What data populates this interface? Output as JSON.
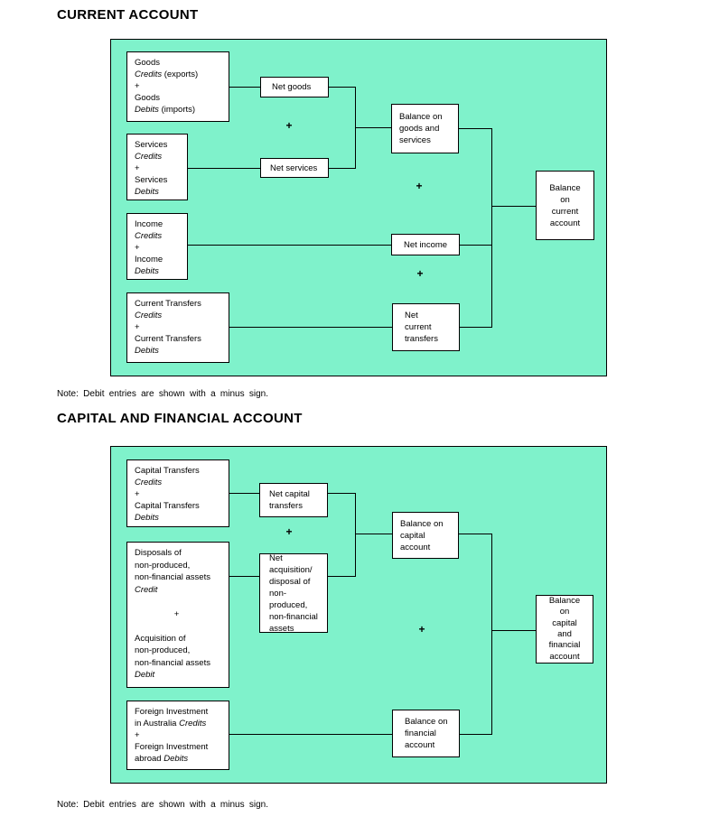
{
  "colors": {
    "panel_bg": "#7ff2cb",
    "line": "#000000",
    "box_bg": "#ffffff",
    "page_bg": "#ffffff"
  },
  "sections": [
    {
      "title": "CURRENT ACCOUNT",
      "note": "Note: Debit entries are shown with a minus sign.",
      "plus": "+",
      "boxes": {
        "goods": {
          "lines": [
            {
              "s": [
                {
                  "t": "Goods"
                }
              ]
            },
            {
              "s": [
                {
                  "t": "Credits",
                  "i": 1
                },
                {
                  "t": " (exports)"
                }
              ]
            },
            {
              "s": [
                {
                  "t": "+"
                }
              ]
            },
            {
              "s": [
                {
                  "t": "Goods"
                }
              ]
            },
            {
              "s": [
                {
                  "t": "Debits",
                  "i": 1
                },
                {
                  "t": " (imports)"
                }
              ]
            }
          ]
        },
        "services": {
          "lines": [
            {
              "s": [
                {
                  "t": "Services"
                }
              ]
            },
            {
              "s": [
                {
                  "t": "Credits",
                  "i": 1
                }
              ]
            },
            {
              "s": [
                {
                  "t": "+"
                }
              ]
            },
            {
              "s": [
                {
                  "t": "Services"
                }
              ]
            },
            {
              "s": [
                {
                  "t": "Debits",
                  "i": 1
                }
              ]
            }
          ]
        },
        "income": {
          "lines": [
            {
              "s": [
                {
                  "t": "Income"
                }
              ]
            },
            {
              "s": [
                {
                  "t": "Credits",
                  "i": 1
                }
              ]
            },
            {
              "s": [
                {
                  "t": "+"
                }
              ]
            },
            {
              "s": [
                {
                  "t": "Income"
                }
              ]
            },
            {
              "s": [
                {
                  "t": "Debits",
                  "i": 1
                }
              ]
            }
          ]
        },
        "current_transfers": {
          "lines": [
            {
              "s": [
                {
                  "t": "Current Transfers"
                }
              ]
            },
            {
              "s": [
                {
                  "t": "Credits",
                  "i": 1
                }
              ]
            },
            {
              "s": [
                {
                  "t": "+"
                }
              ]
            },
            {
              "s": [
                {
                  "t": "Current Transfers"
                }
              ]
            },
            {
              "s": [
                {
                  "t": "Debits",
                  "i": 1
                }
              ]
            }
          ]
        },
        "net_goods": {
          "lines": [
            {
              "s": [
                {
                  "t": "Net goods"
                }
              ]
            }
          ]
        },
        "net_services": {
          "lines": [
            {
              "s": [
                {
                  "t": "Net services"
                }
              ]
            }
          ]
        },
        "balance_goods_services": {
          "lines": [
            {
              "s": [
                {
                  "t": "Balance on"
                }
              ]
            },
            {
              "s": [
                {
                  "t": "goods and"
                }
              ]
            },
            {
              "s": [
                {
                  "t": "services"
                }
              ]
            }
          ]
        },
        "net_income": {
          "lines": [
            {
              "s": [
                {
                  "t": "Net income"
                }
              ]
            }
          ]
        },
        "net_current_transfers": {
          "lines": [
            {
              "s": [
                {
                  "t": "Net"
                }
              ]
            },
            {
              "s": [
                {
                  "t": "current"
                }
              ]
            },
            {
              "s": [
                {
                  "t": "transfers"
                }
              ]
            }
          ]
        },
        "balance_current_account": {
          "lines": [
            {
              "s": [
                {
                  "t": "Balance"
                }
              ]
            },
            {
              "s": [
                {
                  "t": "on"
                }
              ]
            },
            {
              "s": [
                {
                  "t": "current"
                }
              ]
            },
            {
              "s": [
                {
                  "t": "account"
                }
              ]
            }
          ]
        }
      }
    },
    {
      "title": "CAPITAL AND FINANCIAL ACCOUNT",
      "note": "Note: Debit entries are shown with a minus sign.",
      "plus": "+",
      "boxes": {
        "capital_transfers": {
          "lines": [
            {
              "s": [
                {
                  "t": "Capital Transfers"
                }
              ]
            },
            {
              "s": [
                {
                  "t": "Credits",
                  "i": 1
                }
              ]
            },
            {
              "s": [
                {
                  "t": "+"
                }
              ]
            },
            {
              "s": [
                {
                  "t": "Capital Transfers"
                }
              ]
            },
            {
              "s": [
                {
                  "t": "Debits",
                  "i": 1
                }
              ]
            }
          ]
        },
        "disposals_acquisition": {
          "lines": [
            {
              "s": [
                {
                  "t": "Disposals of"
                }
              ]
            },
            {
              "s": [
                {
                  "t": "non-produced,"
                }
              ]
            },
            {
              "s": [
                {
                  "t": "non-financial assets"
                }
              ]
            },
            {
              "s": [
                {
                  "t": "Credit",
                  "i": 1
                }
              ]
            },
            {
              "s": []
            },
            {
              "s": [
                {
                  "t": "+"
                }
              ],
              "c": 1
            },
            {
              "s": []
            },
            {
              "s": [
                {
                  "t": "Acquisition of"
                }
              ]
            },
            {
              "s": [
                {
                  "t": "non-produced,"
                }
              ]
            },
            {
              "s": [
                {
                  "t": "non-financial assets"
                }
              ]
            },
            {
              "s": [
                {
                  "t": "Debit",
                  "i": 1
                }
              ]
            }
          ]
        },
        "foreign_investment": {
          "lines": [
            {
              "s": [
                {
                  "t": "Foreign Investment"
                }
              ]
            },
            {
              "s": [
                {
                  "t": "in Australia "
                },
                {
                  "t": "Credits",
                  "i": 1
                }
              ]
            },
            {
              "s": [
                {
                  "t": "+"
                }
              ]
            },
            {
              "s": [
                {
                  "t": "Foreign Investment"
                }
              ]
            },
            {
              "s": [
                {
                  "t": "abroad "
                },
                {
                  "t": "Debits",
                  "i": 1
                }
              ]
            }
          ]
        },
        "net_capital_transfers": {
          "lines": [
            {
              "s": [
                {
                  "t": "Net capital"
                }
              ]
            },
            {
              "s": [
                {
                  "t": "transfers"
                }
              ]
            }
          ]
        },
        "net_acquisition": {
          "lines": [
            {
              "s": [
                {
                  "t": "Net"
                }
              ]
            },
            {
              "s": [
                {
                  "t": "acquisition/"
                }
              ]
            },
            {
              "s": [
                {
                  "t": "disposal of"
                }
              ]
            },
            {
              "s": [
                {
                  "t": "non-produced,"
                }
              ]
            },
            {
              "s": [
                {
                  "t": "non-financial"
                }
              ]
            },
            {
              "s": [
                {
                  "t": "assets"
                }
              ]
            }
          ]
        },
        "balance_capital_account": {
          "lines": [
            {
              "s": [
                {
                  "t": "Balance on"
                }
              ]
            },
            {
              "s": [
                {
                  "t": "capital"
                }
              ]
            },
            {
              "s": [
                {
                  "t": "account"
                }
              ]
            }
          ]
        },
        "balance_financial_account": {
          "lines": [
            {
              "s": [
                {
                  "t": "Balance on"
                }
              ]
            },
            {
              "s": [
                {
                  "t": "financial"
                }
              ]
            },
            {
              "s": [
                {
                  "t": "account"
                }
              ]
            }
          ]
        },
        "balance_capital_financial": {
          "lines": [
            {
              "s": [
                {
                  "t": "Balance"
                }
              ]
            },
            {
              "s": [
                {
                  "t": "on"
                }
              ]
            },
            {
              "s": [
                {
                  "t": "capital"
                }
              ]
            },
            {
              "s": [
                {
                  "t": "and"
                }
              ]
            },
            {
              "s": [
                {
                  "t": "financial"
                }
              ]
            },
            {
              "s": [
                {
                  "t": "account"
                }
              ]
            }
          ]
        }
      }
    }
  ]
}
